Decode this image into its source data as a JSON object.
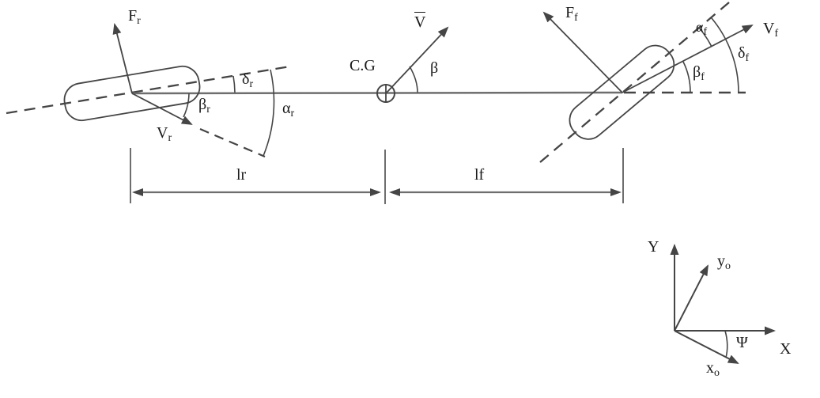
{
  "colors": {
    "ink": "#454545",
    "axle": "#6e6e6e",
    "text": "#1a1a1a",
    "background": "#ffffff"
  },
  "labels": {
    "rear_force": {
      "main": "F",
      "sub": "r"
    },
    "rear_velocity": {
      "main": "V",
      "sub": "r"
    },
    "rear_sideslip_angle": {
      "main": "β",
      "sub": "r"
    },
    "rear_steer_angle": {
      "main": "δ",
      "sub": "r"
    },
    "rear_slip_angle": {
      "main": "α",
      "sub": "r"
    },
    "wheelbase_rear": {
      "text": "lr"
    },
    "wheelbase_front": {
      "text": "lf"
    },
    "center_of_gravity": {
      "text": "C.G"
    },
    "body_velocity": {
      "main": "V"
    },
    "body_slip_angle": {
      "text": "β"
    },
    "front_force": {
      "main": "F",
      "sub": "f"
    },
    "front_velocity": {
      "main": "V",
      "sub": "f"
    },
    "front_slip_angle": {
      "main": "α",
      "sub": "f"
    },
    "front_sideslip_angle": {
      "main": "β",
      "sub": "f"
    },
    "front_steer_angle": {
      "main": "δ",
      "sub": "f"
    },
    "axis_global_y": {
      "text": "Y"
    },
    "axis_global_x": {
      "text": "X"
    },
    "axis_body_y": {
      "main": "y",
      "sub": "o"
    },
    "axis_body_x": {
      "main": "x",
      "sub": "o"
    },
    "yaw_angle": {
      "text": "Ψ"
    }
  }
}
